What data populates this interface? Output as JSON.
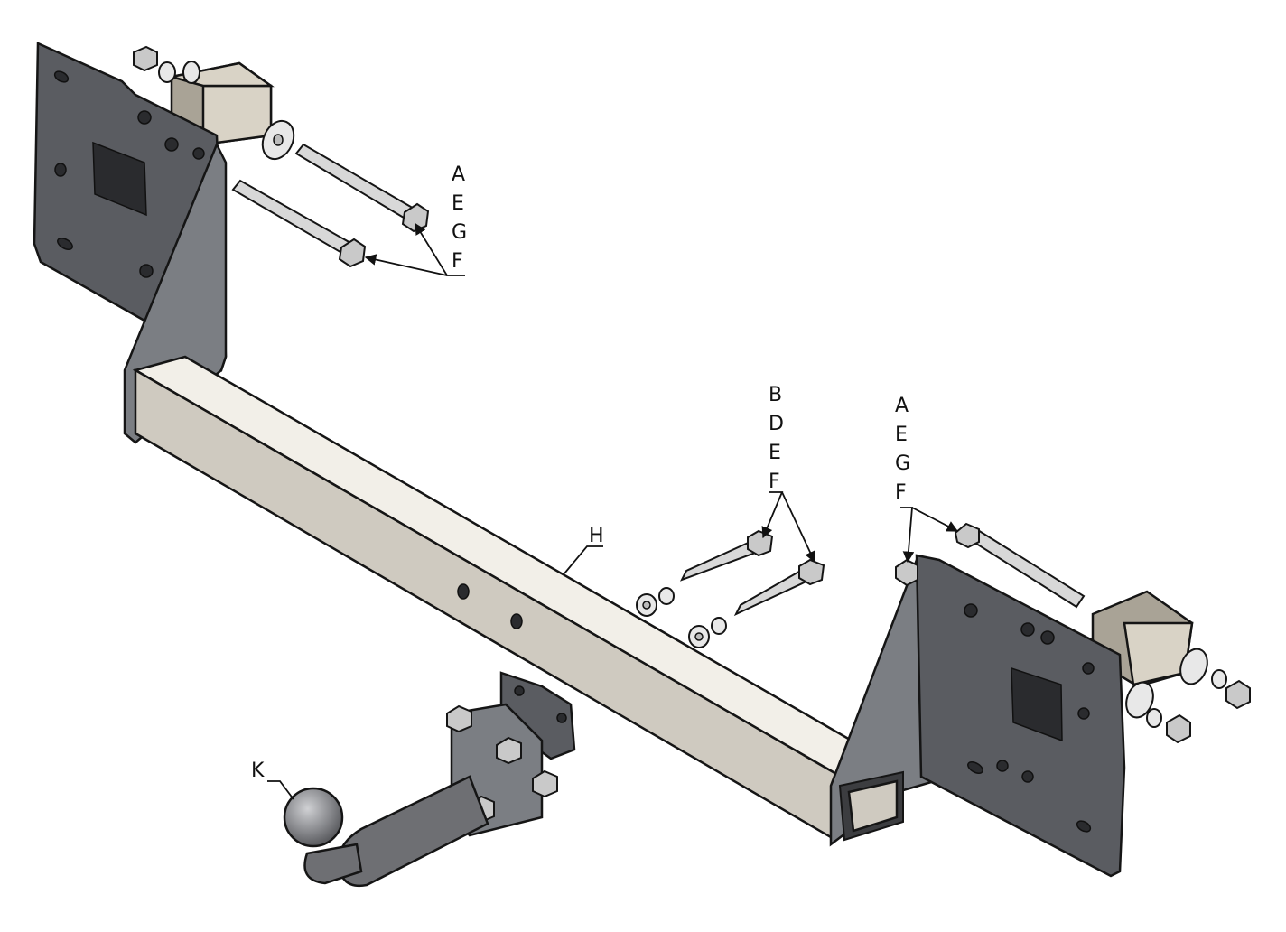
{
  "callouts": {
    "top_left": [
      "A",
      "E",
      "G",
      "F"
    ],
    "middle": [
      "B",
      "D",
      "E",
      "F"
    ],
    "right": [
      "A",
      "E",
      "G",
      "F"
    ],
    "tube": "H",
    "hook": "K"
  }
}
